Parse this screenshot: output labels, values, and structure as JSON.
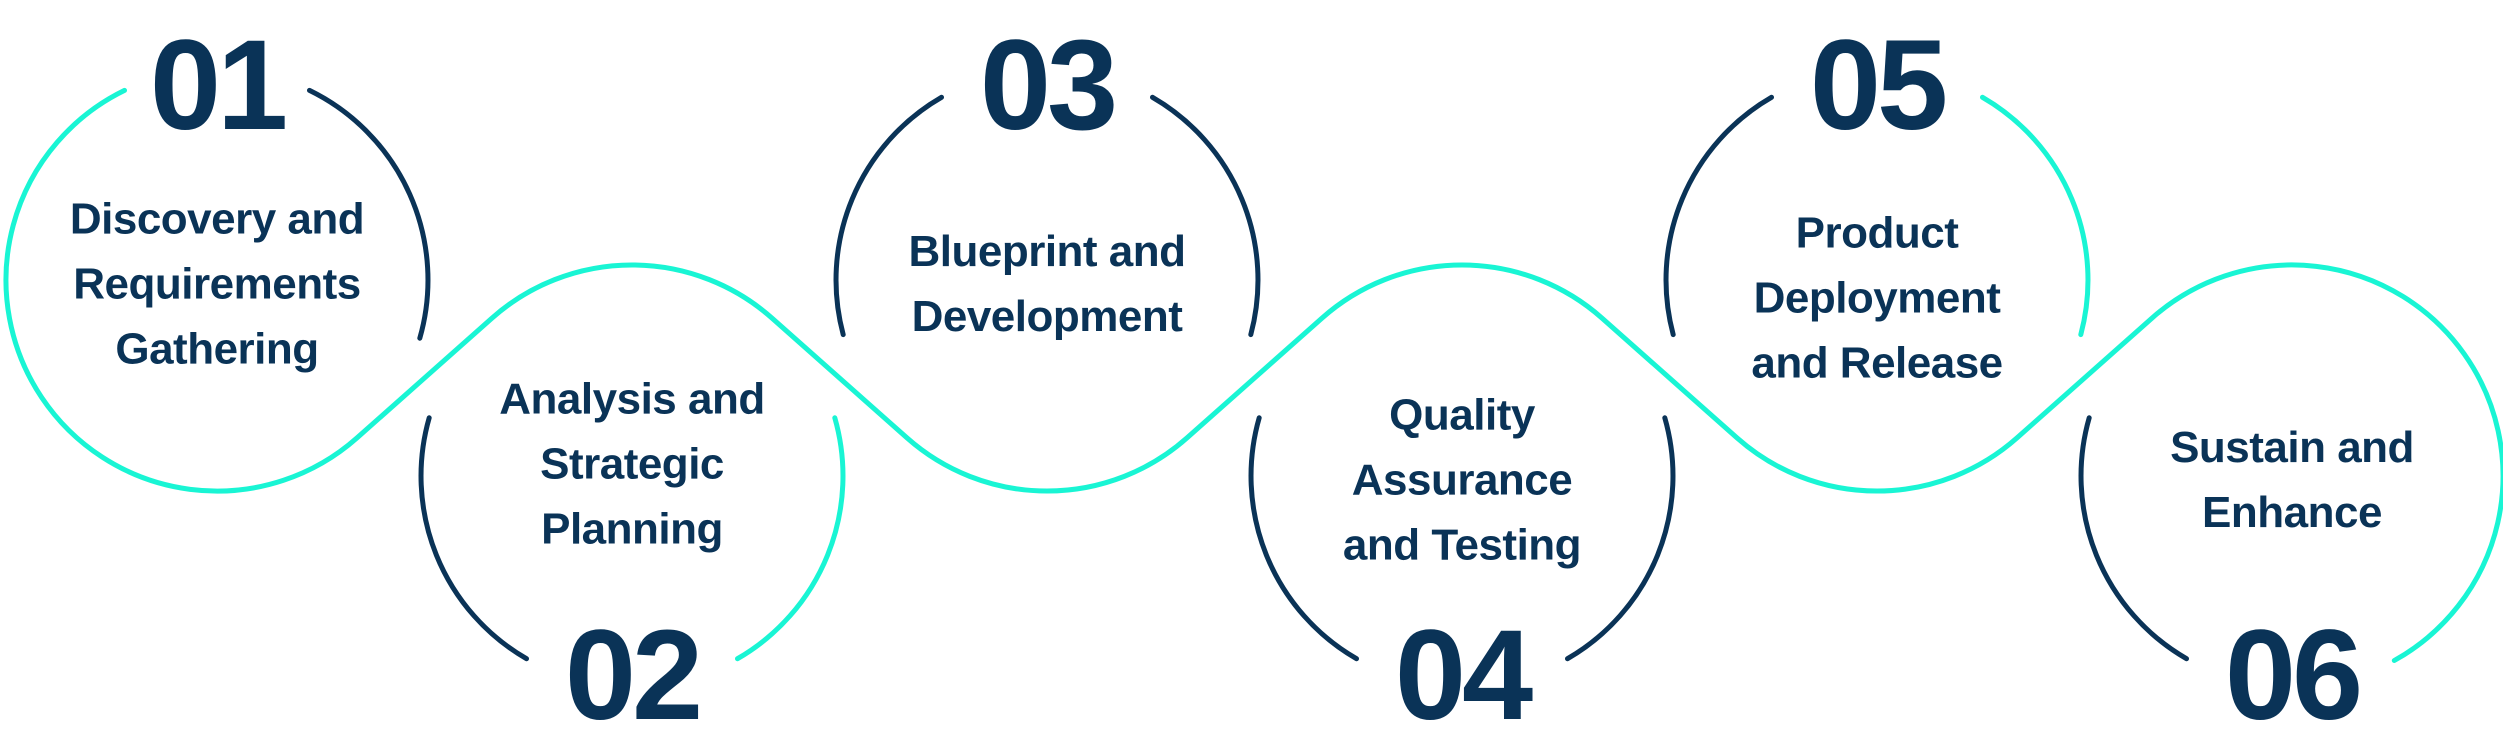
{
  "colors": {
    "navy": "#0a3357",
    "teal": "#19f5d4"
  },
  "steps": [
    {
      "number": "01",
      "lines": [
        "Discovery and",
        "Requirements",
        "Gathering"
      ]
    },
    {
      "number": "02",
      "lines": [
        "Analysis and",
        "Strategic",
        "Planning"
      ]
    },
    {
      "number": "03",
      "lines": [
        "Blueprint and",
        "Development"
      ]
    },
    {
      "number": "04",
      "lines": [
        "Quality",
        "Assurance",
        "and Testing"
      ]
    },
    {
      "number": "05",
      "lines": [
        "Product",
        "Deployment",
        "and Release"
      ]
    },
    {
      "number": "06",
      "lines": [
        "Sustain and",
        "Enhance"
      ]
    }
  ]
}
